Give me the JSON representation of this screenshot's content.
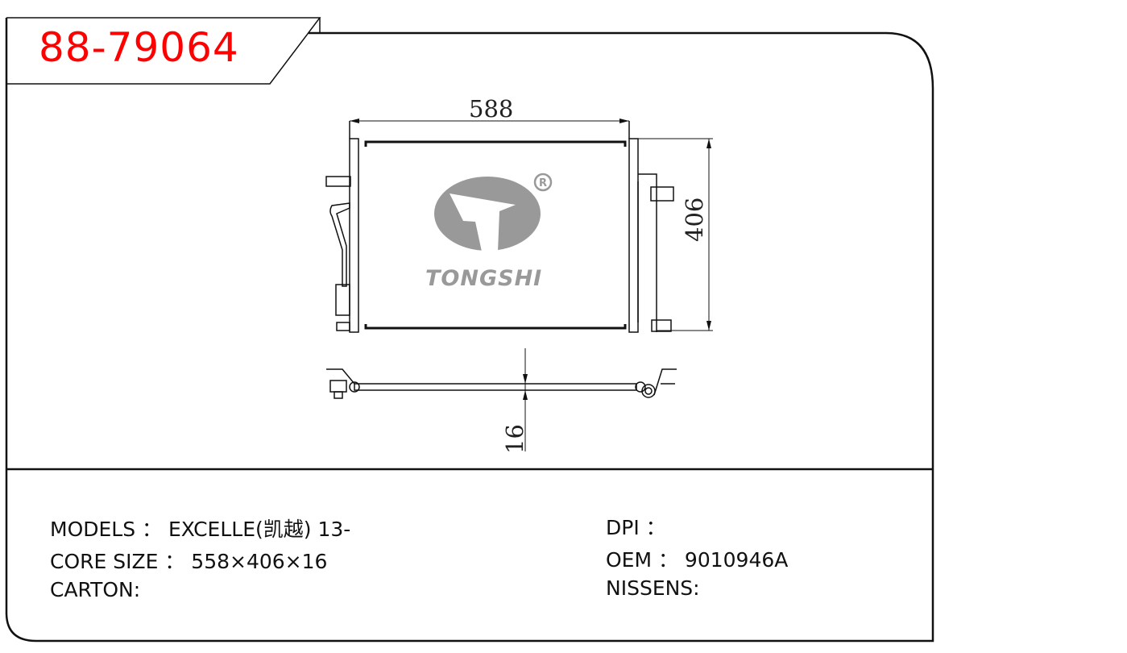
{
  "part_number": "88-79064",
  "drawing": {
    "width_dim": "588",
    "height_dim": "406",
    "thickness_dim": "16",
    "logo_text": "TONGSHI",
    "registered_mark": "®"
  },
  "specs": {
    "models": "MODELS ： EXCELLE(凯越) 13-",
    "core_size": "CORE SIZE ： 558×406×16",
    "carton": "CARTON:",
    "dpi": "DPI ：",
    "oem": "OEM ： 9010946A",
    "nissens": "NISSENS:"
  },
  "colors": {
    "part_number": "#ff0000",
    "logo": "#999999"
  }
}
